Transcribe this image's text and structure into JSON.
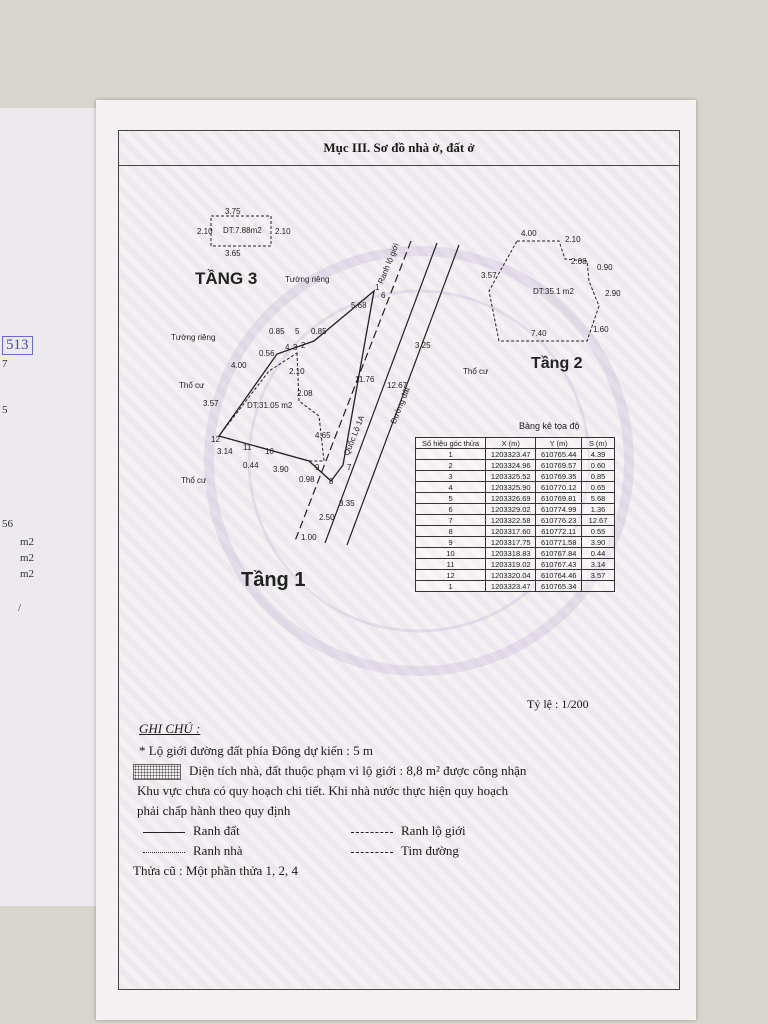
{
  "left_page": {
    "parcel_number": "513",
    "values": [
      "7",
      "5",
      "56",
      "m2",
      "m2",
      "m2",
      "/"
    ]
  },
  "section_title": "Mục III. Sơ đồ nhà ở, đất ở",
  "floors": {
    "floor3": {
      "label": "TẦNG 3",
      "area": "DT:7.88m2",
      "dims": [
        "3.75",
        "2.10",
        "2.10",
        "3.65"
      ]
    },
    "floor2": {
      "label": "Tầng 2",
      "area": "DT:35.1 m2",
      "dims": [
        "4.00",
        "2.10",
        "3.57",
        "2.08",
        "0.90",
        "2.90",
        "7.40",
        "1.60"
      ]
    },
    "floor1": {
      "label": "Tầng 1",
      "area": "DT:31.05 m2"
    }
  },
  "plan_labels": {
    "private_wall_1": "Tường riêng",
    "private_wall_2": "Tường riêng",
    "resident_1": "Thổ cư",
    "resident_2": "Thổ cư",
    "resident_3": "Thổ cư",
    "road_boundary": "Ranh lộ giới",
    "road_name": "Quốc Lộ 1A",
    "road_center": "Đường đất",
    "edge_lengths": [
      "5.68",
      "0.85",
      "0.85",
      "0.56",
      "4.00",
      "3.57",
      "2.10",
      "2.08",
      "4.65",
      "11.76",
      "12.67",
      "3.25",
      "3.14",
      "0.44",
      "3.90",
      "0.98",
      "3.35",
      "2.50",
      "1.00"
    ],
    "points": [
      "1",
      "2",
      "3",
      "4",
      "5",
      "6",
      "7",
      "8",
      "9",
      "10",
      "11",
      "12"
    ]
  },
  "coord_table": {
    "caption": "Bảng kê tọa độ",
    "headers": [
      "Số hiệu góc thửa",
      "X (m)",
      "Y (m)",
      "S (m)"
    ],
    "rows": [
      [
        "1",
        "1203323.47",
        "610765.44"
      ],
      [
        "2",
        "1203324.96",
        "610769.57"
      ],
      [
        "3",
        "1203325.52",
        "610769.35"
      ],
      [
        "4",
        "1203325.90",
        "610770.12"
      ],
      [
        "5",
        "1203326.69",
        "610769.81"
      ],
      [
        "6",
        "1203329.02",
        "610774.99"
      ],
      [
        "7",
        "1203322.58",
        "610776.23"
      ],
      [
        "8",
        "1203317.60",
        "610772.11"
      ],
      [
        "9",
        "1203317.75",
        "610771.58"
      ],
      [
        "10",
        "1203318.83",
        "610767.84"
      ],
      [
        "11",
        "1203319.02",
        "610767.43"
      ],
      [
        "12",
        "1203320.04",
        "610764.46"
      ],
      [
        "1",
        "1203323.47",
        "610765.34"
      ]
    ],
    "lengths": [
      "4.39",
      "0.60",
      "0.85",
      "0.65",
      "5.68",
      "1.36",
      "12.67",
      "0.55",
      "3.90",
      "0.44",
      "3.14",
      "3.57"
    ]
  },
  "scale": "Tỷ lệ : 1/200",
  "notes": {
    "title": "GHI CHÚ :",
    "line1": "* Lộ giới đường đất phía Đông dự kiến : 5 m",
    "line2": "Diện tích nhà, đất thuộc phạm vi lộ giới : 8,8 m² được công nhận",
    "line3": "Khu vực chưa có quy hoạch chi tiết. Khi nhà nước thực hiện quy hoạch",
    "line4": "phải chấp hành theo quy định",
    "legend_land": "Ranh đất",
    "legend_road": "Ranh lộ giới",
    "legend_house": "Ranh nhà",
    "legend_center": "Tim đường",
    "old_parcel": "Thửa cũ : Một phần thửa 1, 2, 4"
  }
}
